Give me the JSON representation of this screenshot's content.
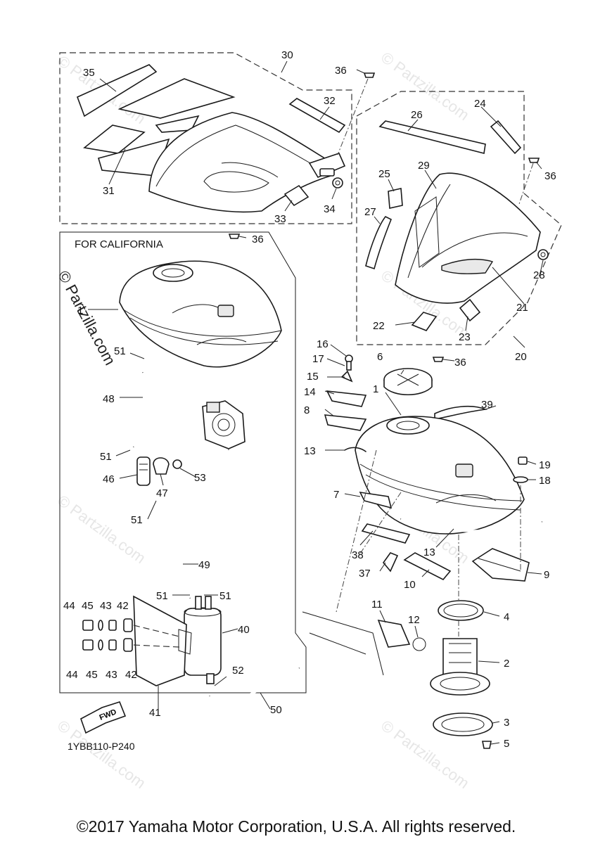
{
  "diagram": {
    "section_label": "FOR CALIFORNIA",
    "drawing_code": "1YBB110-P240",
    "fwd_label": "FWD",
    "watermark": "© Partzilla.com",
    "copyright": "©2017 Yamaha Motor Corporation, U.S.A. All rights reserved.",
    "callouts": [
      "1",
      "1",
      "2",
      "3",
      "4",
      "5",
      "6",
      "7",
      "8",
      "9",
      "10",
      "11",
      "12",
      "13",
      "13",
      "14",
      "15",
      "16",
      "17",
      "18",
      "19",
      "20",
      "21",
      "22",
      "23",
      "24",
      "25",
      "26",
      "27",
      "28",
      "29",
      "30",
      "31",
      "32",
      "33",
      "34",
      "35",
      "36",
      "36",
      "36",
      "36",
      "36",
      "37",
      "38",
      "39",
      "40",
      "41",
      "42",
      "42",
      "43",
      "43",
      "44",
      "44",
      "45",
      "45",
      "46",
      "47",
      "48",
      "49",
      "50",
      "51",
      "51",
      "51",
      "51",
      "51",
      "52",
      "53"
    ]
  }
}
